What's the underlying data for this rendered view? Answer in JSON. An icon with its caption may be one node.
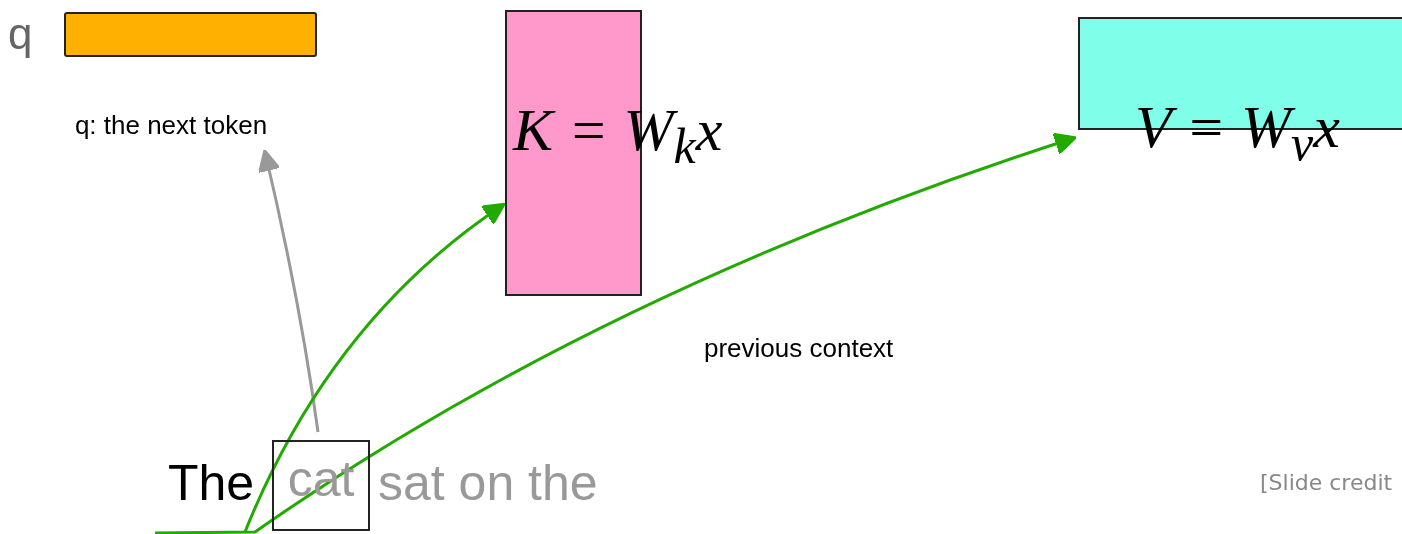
{
  "diagram": {
    "nodes": [
      {
        "text": [],
        "shape": "bar",
        "beside": [
          "q"
        ]
      },
      {
        "text": [
          "K = W$_{k}$x"
        ]
      },
      {
        "text": [
          "V = W$_{v}$x"
        ]
      },
      {
        "text": [
          "cat"
        ]
      },
      {
        "text": [
          "q: the next token"
        ]
      }
    ],
    "edges": [
      {
        "from": 3,
        "to": 4,
        "arrow": "to",
        "color": "#999999"
      },
      {
        "from": null,
        "to": 1,
        "arrow": "to"
      },
      {
        "from": null,
        "to": 2,
        "arrow": "to"
      }
    ],
    "labels": [
      "The",
      "sat on the",
      "previous context",
      "[Slide credit"
    ]
  }
}
